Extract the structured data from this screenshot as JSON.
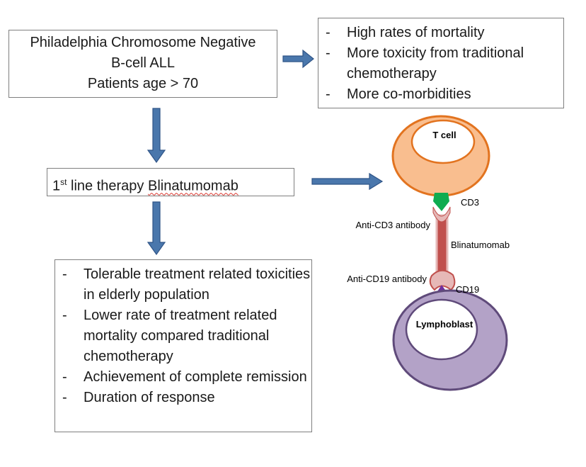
{
  "boxes": {
    "patient": {
      "line1": "Philadelphia Chromosome Negative",
      "line2": "B-cell ALL",
      "line3": "Patients age > 70"
    },
    "risks": {
      "items": [
        "High rates of mortality",
        "More toxicity from traditional chemotherapy",
        "More co-morbidities"
      ]
    },
    "therapy": {
      "ordinal_base": "1",
      "ordinal_sup": "st",
      "text_before": " line therapy ",
      "drug": "Blinatumomab"
    },
    "outcomes": {
      "items": [
        "Tolerable treatment related toxicities in elderly population",
        "Lower rate of treatment related mortality compared traditional chemotherapy",
        "Achievement of complete remission",
        "Duration of response"
      ]
    }
  },
  "mechanism": {
    "t_cell": "T cell",
    "cd3": "CD3",
    "anti_cd3": "Anti-CD3 antibody",
    "blinatumomab": "Blinatumomab",
    "anti_cd19": "Anti-CD19 antibody",
    "cd19": "CD19",
    "lymphoblast": "Lymphoblast"
  },
  "colors": {
    "arrow_fill": "#4a77ac",
    "arrow_stroke": "#2f5487",
    "t_cell_fill": "#f9be8f",
    "t_cell_stroke": "#e2731f",
    "cd3_green": "#0fac50",
    "antibody_red": "#c0504d",
    "antibody_light": "#e6b8b7",
    "cd19_purple": "#7030a0",
    "lymphoblast_fill": "#b3a2c7",
    "lymphoblast_stroke": "#5f4a7a"
  }
}
